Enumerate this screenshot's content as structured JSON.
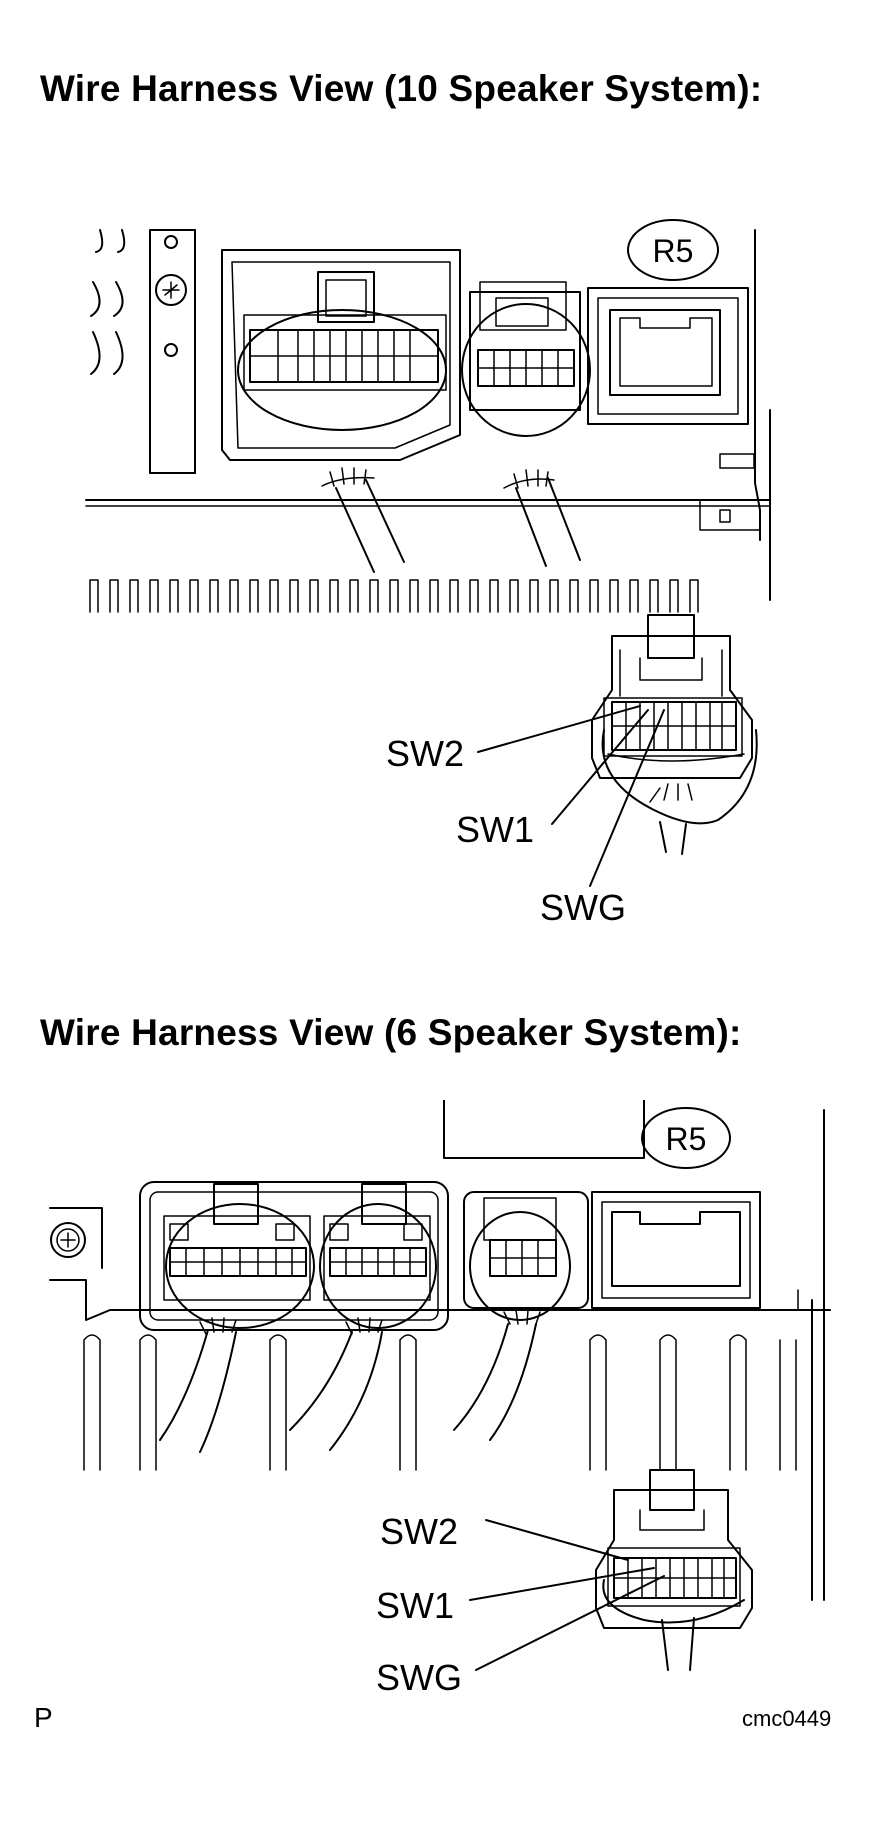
{
  "views": [
    {
      "title": "Wire Harness View (10 Speaker System):",
      "connector_id": "R5",
      "terminals": [
        "SW2",
        "SW1",
        "SWG"
      ]
    },
    {
      "title": "Wire Harness View (6 Speaker System):",
      "connector_id": "R5",
      "terminals": [
        "SW2",
        "SW1",
        "SWG"
      ]
    }
  ],
  "footer": {
    "left_mark": "P",
    "figure_code": "cmc0449"
  }
}
